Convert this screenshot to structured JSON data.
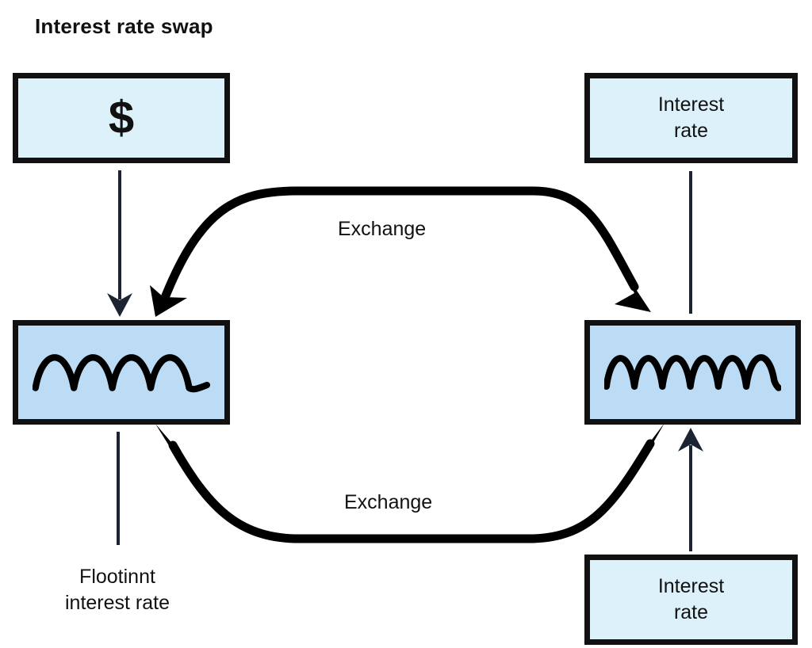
{
  "title": "Interest rate swap",
  "colors": {
    "stroke": "#111111",
    "box_light_fill": "#ddf1fb",
    "box_wave_fill": "#bcdcf5",
    "background": "#ffffff",
    "text": "#111111"
  },
  "nodes": {
    "dollar": {
      "label": "$",
      "fill": "#ddf1fb"
    },
    "rate_top_right": {
      "label": "Interest\nrate",
      "fill": "#ddf1fb"
    },
    "wave_left": {
      "label": "",
      "fill": "#bcdcf5",
      "icon": "wave-3-humps"
    },
    "wave_right": {
      "label": "",
      "fill": "#bcdcf5",
      "icon": "wave-4-humps"
    },
    "rate_bottom_right": {
      "label": "Interest\nrate",
      "fill": "#ddf1fb"
    }
  },
  "labels": {
    "exchange_top": "Exchange",
    "exchange_bottom": "Exchange",
    "floating_interest_rate": "Flootinnt\ninterest rate"
  },
  "connectors": [
    {
      "name": "dollar-to-wave-left",
      "style": "thin-arrow",
      "direction": "down"
    },
    {
      "name": "rate-top-right-to-wave-right",
      "style": "thin-line",
      "direction": "down"
    },
    {
      "name": "wave-left-to-wave-right-top",
      "style": "thick-curved-arrow",
      "direction": "left-to-right",
      "label": "Exchange"
    },
    {
      "name": "wave-right-to-wave-left-bottom",
      "style": "thick-curved-arrow-double",
      "direction": "bidirectional",
      "label": "Exchange"
    },
    {
      "name": "floating-rate-to-wave-left",
      "style": "thin-line",
      "direction": "up"
    },
    {
      "name": "rate-bottom-right-to-wave-right",
      "style": "thin-arrow",
      "direction": "up"
    }
  ]
}
